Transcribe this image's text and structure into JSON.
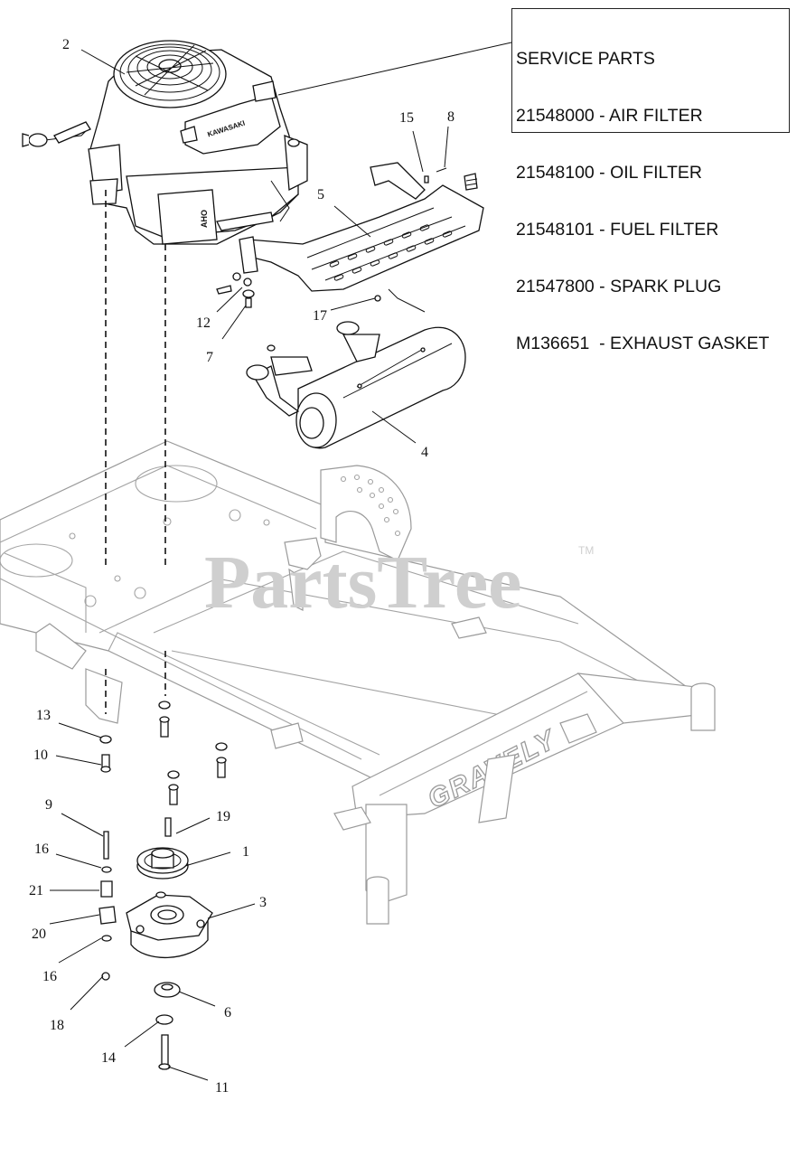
{
  "service_parts": {
    "heading": "SERVICE PARTS",
    "items": [
      "21548000 - AIR FILTER",
      "21548100 - OIL FILTER",
      "21548101 - FUEL FILTER",
      "21547800 - SPARK PLUG",
      "M136651  - EXHAUST GASKET"
    ]
  },
  "watermark": {
    "text": "PartsTree",
    "tm": "TM"
  },
  "frame_brand": "GRAVELY",
  "engine_decal": "KAWASAKI",
  "callouts": {
    "c1": "1",
    "c2": "2",
    "c3": "3",
    "c4": "4",
    "c5": "5",
    "c6": "6",
    "c7": "7",
    "c8": "8",
    "c9": "9",
    "c10": "10",
    "c11": "11",
    "c12": "12",
    "c13": "13",
    "c14": "14",
    "c15": "15",
    "c16a": "16",
    "c16b": "16",
    "c17": "17",
    "c18": "18",
    "c19": "19",
    "c20": "20",
    "c21": "21"
  }
}
